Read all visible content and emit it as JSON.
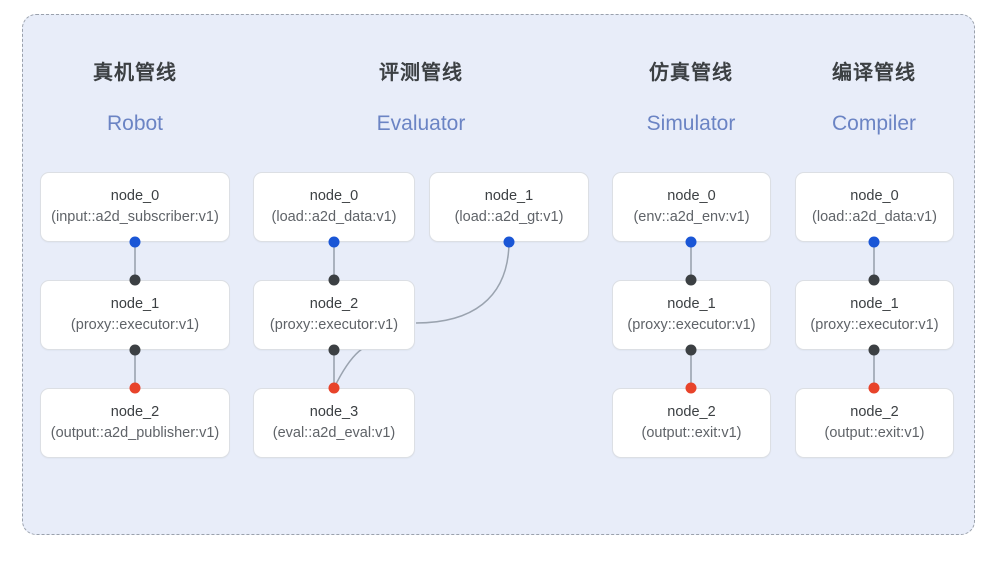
{
  "diagram": {
    "panel_label": "pipeline-groups-panel",
    "background_color": "#e8edf9",
    "border_color": "#9aa1ac",
    "card_color": "#ffffff",
    "dot_colors": {
      "output": "#1a56d6",
      "input": "#3c4043",
      "terminal": "#e8432a"
    },
    "edge_color": "#9aa3af"
  },
  "columns": [
    {
      "id": "robot",
      "title_cn": "真机管线",
      "title_en": "Robot",
      "nodes": [
        {
          "name": "node_0",
          "spec": "(input::a2d_subscriber:v1)"
        },
        {
          "name": "node_1",
          "spec": "(proxy::executor:v1)"
        },
        {
          "name": "node_2",
          "spec": "(output::a2d_publisher:v1)"
        }
      ]
    },
    {
      "id": "evaluator",
      "title_cn": "评测管线",
      "title_en": "Evaluator",
      "nodes": [
        {
          "name": "node_0",
          "spec": "(load::a2d_data:v1)"
        },
        {
          "name": "node_2",
          "spec": "(proxy::executor:v1)"
        },
        {
          "name": "node_3",
          "spec": "(eval::a2d_eval:v1)"
        },
        {
          "name": "node_1",
          "spec": "(load::a2d_gt:v1)"
        }
      ]
    },
    {
      "id": "simulator",
      "title_cn": "仿真管线",
      "title_en": "Simulator",
      "nodes": [
        {
          "name": "node_0",
          "spec": "(env::a2d_env:v1)"
        },
        {
          "name": "node_1",
          "spec": "(proxy::executor:v1)"
        },
        {
          "name": "node_2",
          "spec": "(output::exit:v1)"
        }
      ]
    },
    {
      "id": "compiler",
      "title_cn": "编译管线",
      "title_en": "Compiler",
      "nodes": [
        {
          "name": "node_0",
          "spec": "(load::a2d_data:v1)"
        },
        {
          "name": "node_1",
          "spec": "(proxy::executor:v1)"
        },
        {
          "name": "node_2",
          "spec": "(output::exit:v1)"
        }
      ]
    }
  ]
}
